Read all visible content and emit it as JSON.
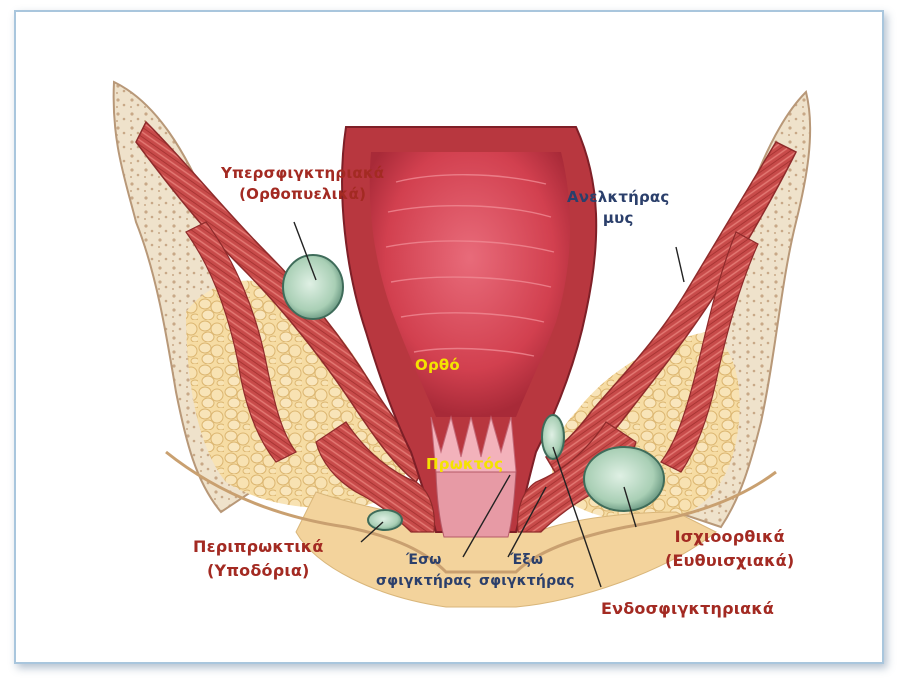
{
  "labels": {
    "supralevator": "Υπερσφιγκτηριακά\n(Ορθοπυελικά)",
    "levator": "Ανελκτήρας\nμυς",
    "rectum": "Ορθό",
    "anal_canal": "Πρωκτός",
    "perianal": "Περιπρωκτικά\n(Υποδόρια)",
    "internal_sphincter": "Έσω\nσφιγκτήρας",
    "external_sphincter": "Έξω\nσφιγκτήρας",
    "ischiorectal": "Ισχιοορθικά\n(Ευθυισχιακά)",
    "intersphincteric": "Ενδοσφιγκτηριακά"
  },
  "colors": {
    "frame": "#a9c6dd",
    "label_red": "#a32a22",
    "label_blue": "#2b3f6b",
    "label_yellow": "#f4e300",
    "muscle": "#c94a4a",
    "fat": "#f5d69a",
    "bone": "#ecdcc4",
    "abscess": "#b9d8c2",
    "rectum_lumen": "#d7475a"
  }
}
